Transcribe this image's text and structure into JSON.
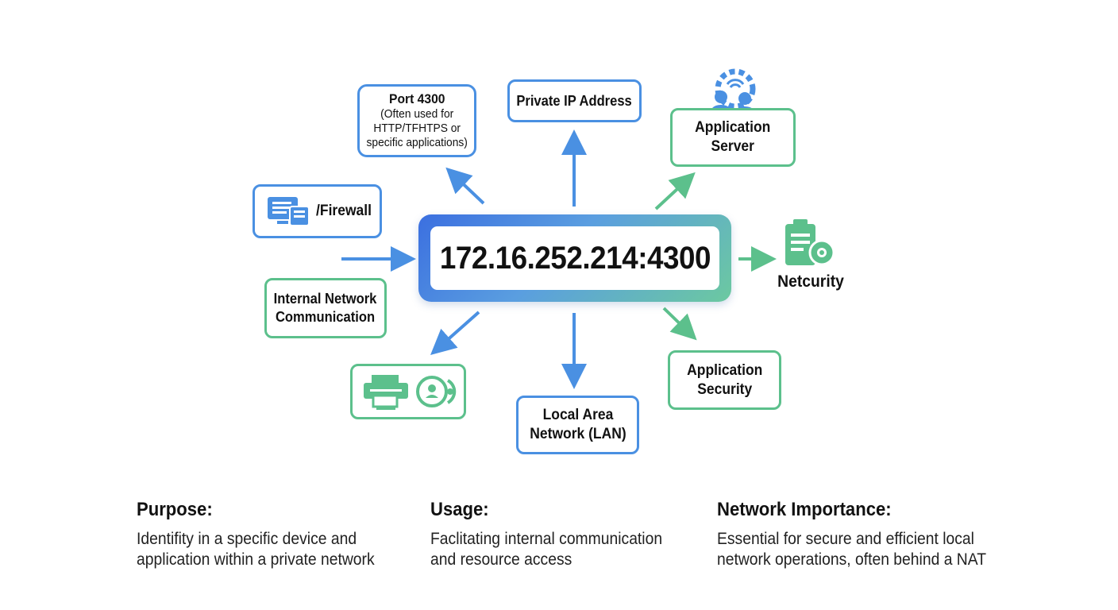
{
  "center": {
    "address": "172.16.252.214:4300"
  },
  "nodes": {
    "port": {
      "title": "Port 4300",
      "detail": "(Often used for\nHTTP/TFHTPS or\nspecific applications)"
    },
    "private_ip": "Private IP Address",
    "app_server": "Application\nServer",
    "firewall": "/Firewall",
    "netcurity": "Netcurity",
    "internal": "Internal Network\nCommunication",
    "lan": "Local Area\nNetwork (LAN)",
    "app_security": "Application\nSecurity"
  },
  "sections": [
    {
      "heading": "Purpose:",
      "body": "Identifity in a specific device and\napplication within a private network"
    },
    {
      "heading": "Usage:",
      "body": "Faclitating internal communication\nand resource access"
    },
    {
      "heading": "Network Importance:",
      "body": "Essential for secure and efficient local\nnetwork operations, often behind a NAT"
    }
  ],
  "colors": {
    "blue": "#4a90e2",
    "green": "#5cc08c",
    "gradient_start": "#3b6fe0",
    "gradient_end": "#6cc9a0"
  },
  "icons": [
    "server-gear-icon",
    "firewall-server-icon",
    "clipboard-gear-icon",
    "printer-device-icon"
  ]
}
